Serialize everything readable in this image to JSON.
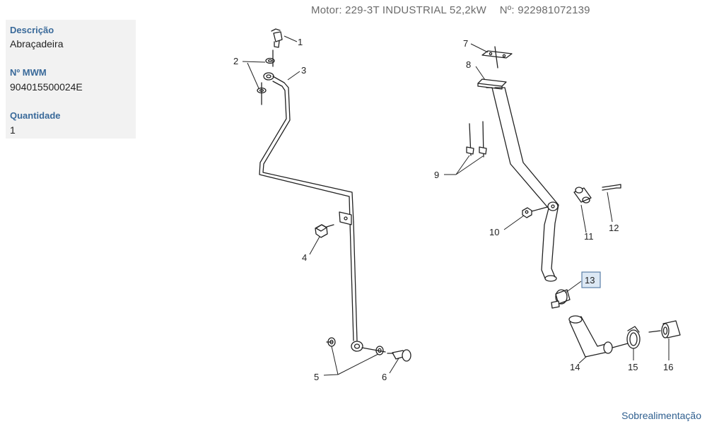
{
  "header": {
    "motor_label": "Motor:",
    "motor_value": "229-3T INDUSTRIAL 52,2kW",
    "number_label": "Nº:",
    "number_value": "922981072139"
  },
  "info": {
    "descricao_label": "Descrição",
    "descricao_value": "Abraçadeira",
    "mwm_label": "Nº MWM",
    "mwm_value": "904015500024E",
    "quantidade_label": "Quantidade",
    "quantidade_value": "1"
  },
  "callouts": [
    "1",
    "2",
    "3",
    "4",
    "5",
    "6",
    "7",
    "8",
    "9",
    "10",
    "11",
    "12",
    "13",
    "14",
    "15",
    "16"
  ],
  "selected_callout": "13",
  "footer": {
    "link_label": "Sobrealimentação"
  },
  "colors": {
    "label_blue": "#3a6a9a",
    "panel_bg": "#f2f2f2",
    "selected_bg": "#dce8f4",
    "selected_border": "#5a7fa8"
  }
}
